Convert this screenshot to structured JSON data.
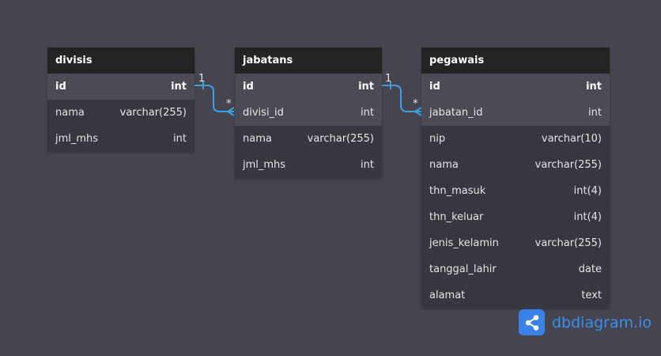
{
  "tables": [
    {
      "name": "divisis",
      "fields": [
        {
          "name": "id",
          "type": "int"
        },
        {
          "name": "nama",
          "type": "varchar(255)"
        },
        {
          "name": "jml_mhs",
          "type": "int"
        }
      ]
    },
    {
      "name": "jabatans",
      "fields": [
        {
          "name": "id",
          "type": "int"
        },
        {
          "name": "divisi_id",
          "type": "int"
        },
        {
          "name": "nama",
          "type": "varchar(255)"
        },
        {
          "name": "jml_mhs",
          "type": "int"
        }
      ]
    },
    {
      "name": "pegawais",
      "fields": [
        {
          "name": "id",
          "type": "int"
        },
        {
          "name": "jabatan_id",
          "type": "int"
        },
        {
          "name": "nip",
          "type": "varchar(10)"
        },
        {
          "name": "nama",
          "type": "varchar(255)"
        },
        {
          "name": "thn_masuk",
          "type": "int(4)"
        },
        {
          "name": "thn_keluar",
          "type": "int(4)"
        },
        {
          "name": "jenis_kelamin",
          "type": "varchar(255)"
        },
        {
          "name": "tanggal_lahir",
          "type": "date"
        },
        {
          "name": "alamat",
          "type": "text"
        }
      ]
    }
  ],
  "relations": [
    {
      "from": "divisis.id",
      "to": "jabatans.divisi_id",
      "from_label": "1",
      "to_label": "*"
    },
    {
      "from": "jabatans.id",
      "to": "pegawais.jabatan_id",
      "from_label": "1",
      "to_label": "*"
    }
  ],
  "brand": {
    "name_main": "dbdiagram",
    "name_suffix": ".io",
    "icon": "share-icon"
  },
  "colors": {
    "background": "#45454f",
    "header": "#232323",
    "row": "#37373f",
    "row_highlight": "#4b4b53",
    "connector": "#3ea0e0",
    "brand": "#3b82e8"
  }
}
